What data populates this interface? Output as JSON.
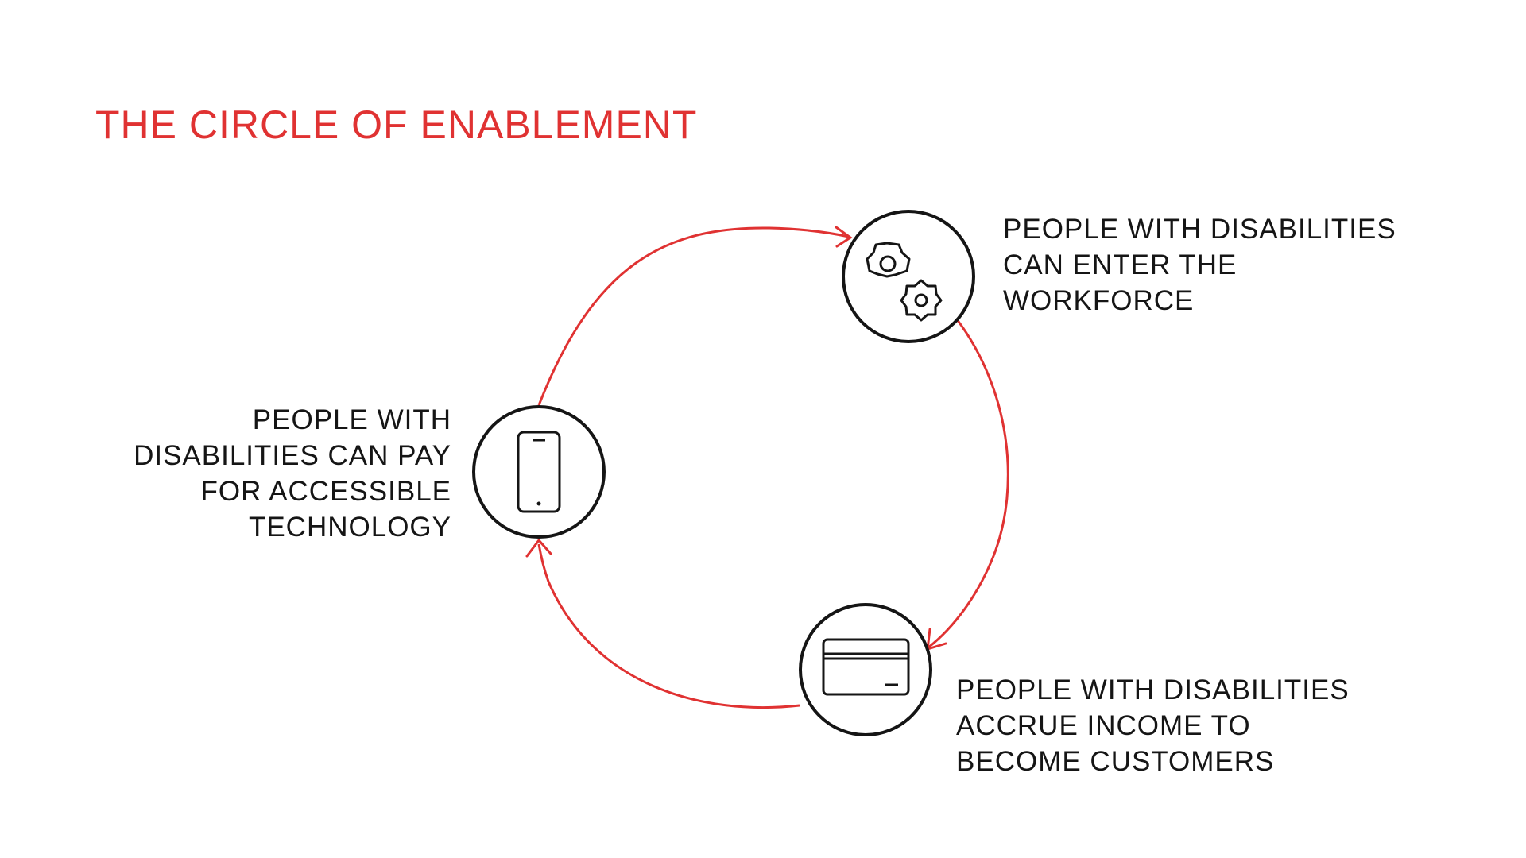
{
  "title": "THE CIRCLE OF ENABLEMENT",
  "colors": {
    "accent": "#e03232",
    "text": "#151515",
    "node_stroke": "#151515",
    "background": "#ffffff"
  },
  "nodes": [
    {
      "icon": "gears-icon",
      "label": "PEOPLE WITH DISABILITIES\nCAN ENTER THE\nWORKFORCE"
    },
    {
      "icon": "credit-card-icon",
      "label": "PEOPLE WITH DISABILITIES\nACCRUE INCOME TO\nBECOME CUSTOMERS"
    },
    {
      "icon": "smartphone-icon",
      "label": "PEOPLE WITH\nDISABILITIES CAN PAY\nFOR ACCESSIBLE\nTECHNOLOGY"
    }
  ],
  "connections": [
    {
      "from": "nodes.2",
      "to": "nodes.0"
    },
    {
      "from": "nodes.0",
      "to": "nodes.1"
    },
    {
      "from": "nodes.1",
      "to": "nodes.2"
    }
  ]
}
